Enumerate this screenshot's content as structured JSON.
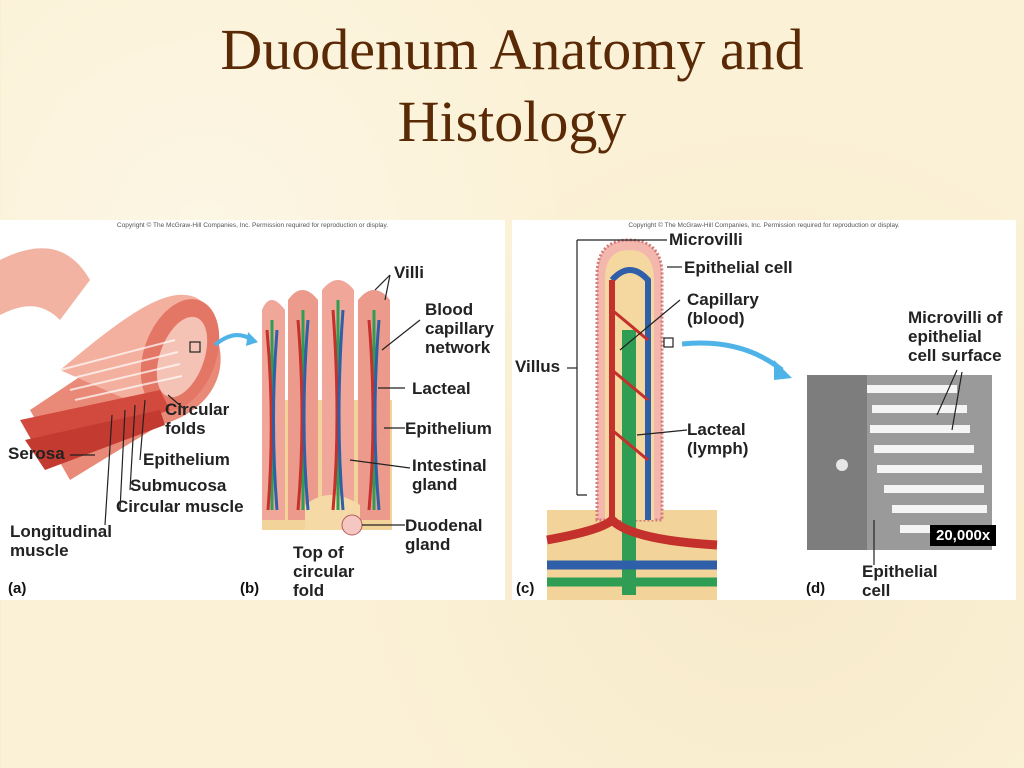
{
  "title": {
    "line1": "Duodenum Anatomy and",
    "line2": "Histology"
  },
  "copyright_left": "Copyright © The McGraw-Hill Companies, Inc. Permission required for reproduction or display.",
  "copyright_right": "Copyright © The McGraw-Hill Companies, Inc. Permission required for reproduction or display.",
  "panel_a": {
    "letter": "(a)",
    "labels": {
      "circular_folds": "Circular\nfolds",
      "serosa": "Serosa",
      "epithelium": "Epithelium",
      "submucosa": "Submucosa",
      "circular_muscle": "Circular muscle",
      "longitudinal_muscle": "Longitudinal\nmuscle"
    }
  },
  "panel_b": {
    "letter": "(b)",
    "labels": {
      "villi": "Villi",
      "blood_capillary": "Blood\ncapillary\nnetwork",
      "lacteal": "Lacteal",
      "epithelium": "Epithelium",
      "intestinal_gland": "Intestinal\ngland",
      "duodenal_gland": "Duodenal\ngland",
      "top_of_fold": "Top of\ncircular\nfold"
    }
  },
  "panel_c": {
    "letter": "(c)",
    "labels": {
      "microvilli": "Microvilli",
      "epithelial_cell": "Epithelial cell",
      "capillary": "Capillary\n(blood)",
      "villus": "Villus",
      "lacteal": "Lacteal\n(lymph)"
    }
  },
  "panel_d": {
    "letter": "(d)",
    "magnification": "20,000x",
    "labels": {
      "microvilli_surface": "Microvilli of\nepithelial\ncell surface",
      "epithelial_cell": "Epithelial\ncell"
    }
  },
  "colors": {
    "title": "#5a2a06",
    "tissue": "#e8887a",
    "artery": "#c4302b",
    "vein": "#2f5fa8",
    "lacteal": "#2f9e54"
  }
}
